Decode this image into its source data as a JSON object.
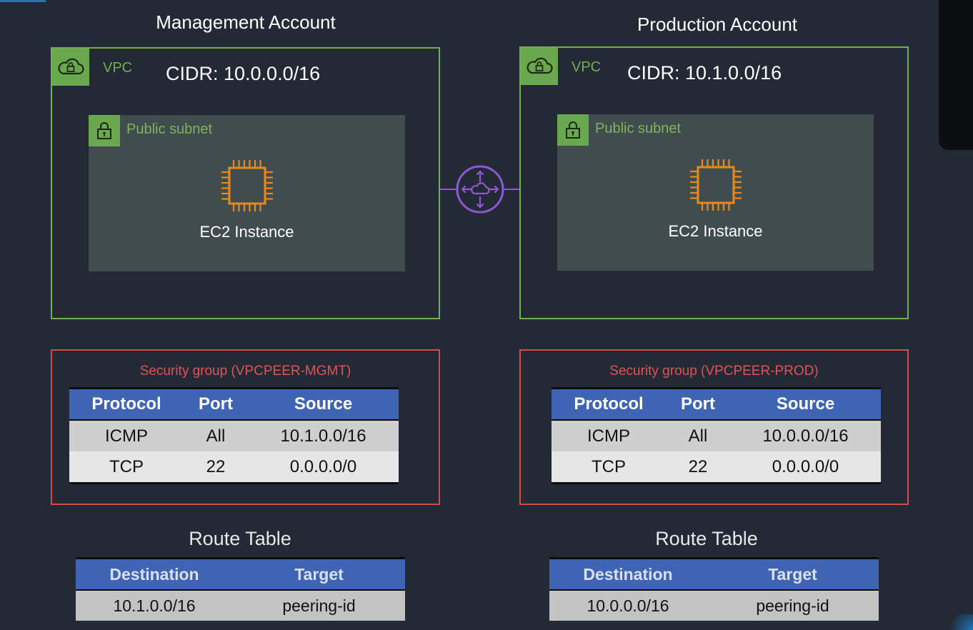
{
  "accounts": [
    {
      "title": "Management Account",
      "vpc": {
        "label": "VPC",
        "cidr": "CIDR: 10.0.0.0/16"
      },
      "subnet": {
        "label": "Public subnet",
        "instance_label": "EC2 Instance"
      },
      "security_group": {
        "title": "Security group  (VPCPEER-MGMT)",
        "headers": [
          "Protocol",
          "Port",
          "Source"
        ],
        "rows": [
          [
            "ICMP",
            "All",
            "10.1.0.0/16"
          ],
          [
            "TCP",
            "22",
            "0.0.0.0/0"
          ]
        ]
      },
      "route_table": {
        "title": "Route Table",
        "headers": [
          "Destination",
          "Target"
        ],
        "rows": [
          [
            "10.1.0.0/16",
            "peering-id"
          ]
        ]
      }
    },
    {
      "title": "Production Account",
      "vpc": {
        "label": "VPC",
        "cidr": "CIDR: 10.1.0.0/16"
      },
      "subnet": {
        "label": "Public subnet",
        "instance_label": "EC2 Instance"
      },
      "security_group": {
        "title": "Security group (VPCPEER-PROD)",
        "headers": [
          "Protocol",
          "Port",
          "Source"
        ],
        "rows": [
          [
            "ICMP",
            "All",
            "10.0.0.0/16"
          ],
          [
            "TCP",
            "22",
            "0.0.0.0/0"
          ]
        ]
      },
      "route_table": {
        "title": "Route Table",
        "headers": [
          "Destination",
          "Target"
        ],
        "rows": [
          [
            "10.0.0.0/16",
            "peering-id"
          ]
        ]
      }
    }
  ],
  "peering": {
    "icon": "vpc-peering-icon"
  },
  "icons": {
    "vpc": "vpc-cloud-lock-icon",
    "subnet": "padlock-icon",
    "instance": "ec2-chip-icon"
  },
  "colors": {
    "background": "#232a35",
    "vpc_green": "#6fb050",
    "subnet_fill": "#414c4f",
    "security_red": "#d54a4a",
    "ec2_orange": "#e88a1a",
    "peering_purple": "#8f57d4",
    "table_header_blue": "#3f64b4"
  }
}
